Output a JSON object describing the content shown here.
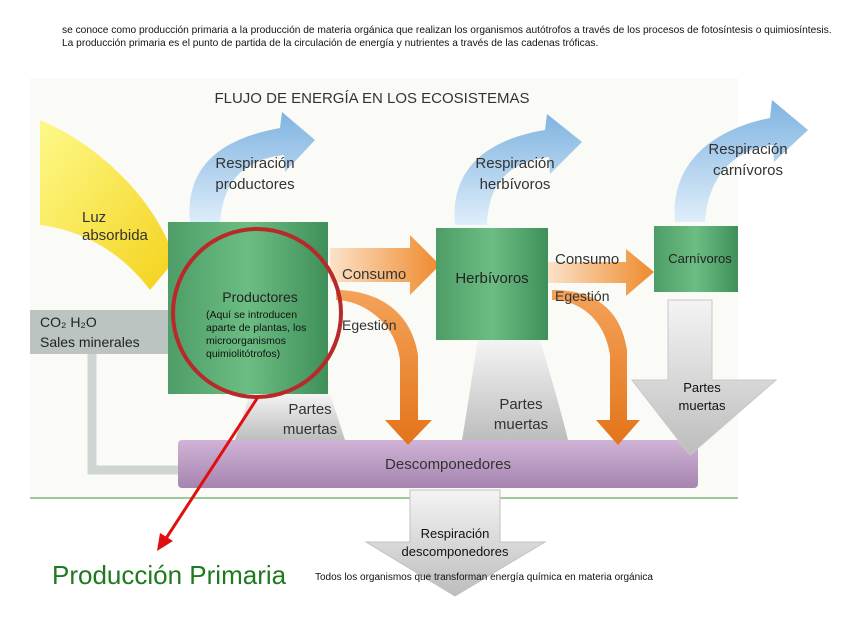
{
  "intro_text": "se conoce como producción primaria a la producción de materia orgánica que realizan los organismos autótrofos a través de los procesos de fotosíntesis o quimiosíntesis. La producción primaria es el punto de partida de la circulación de energía y nutrientes a través de las cadenas tróficas.",
  "diagram": {
    "title": "FLUJO DE ENERGÍA EN LOS ECOSISTEMAS",
    "luz": [
      "Luz",
      "absorbida"
    ],
    "resp_productores": [
      "Respiración",
      "productores"
    ],
    "resp_herbivoros": [
      "Respiración",
      "herbívoros"
    ],
    "resp_carnivoros": [
      "Respiración",
      "carnívoros"
    ],
    "productores": "Productores",
    "productores_note": [
      "(Aquí se introducen",
      "aparte de plantas, los",
      "microorganismos",
      "quimiolitótrofos)"
    ],
    "herbivoros": "Herbívoros",
    "carnivoros": "Carnívoros",
    "consumo": "Consumo",
    "egestion": "Egestión",
    "co2_h2o": "CO₂  H₂O",
    "sales": "Sales minerales",
    "partes_muertas": [
      "Partes",
      "muertas"
    ],
    "descomponedores": "Descomponedores",
    "resp_descomponedores": [
      "Respiración",
      "descomponedores"
    ]
  },
  "footer": {
    "title": "Producción Primaria",
    "description": "Todos los organismos que transforman energía química en materia orgánica"
  },
  "colors": {
    "highlight_circle": "#b82a2a",
    "pointer_arrow": "#e01010",
    "title_green": "#1f7a1f"
  }
}
